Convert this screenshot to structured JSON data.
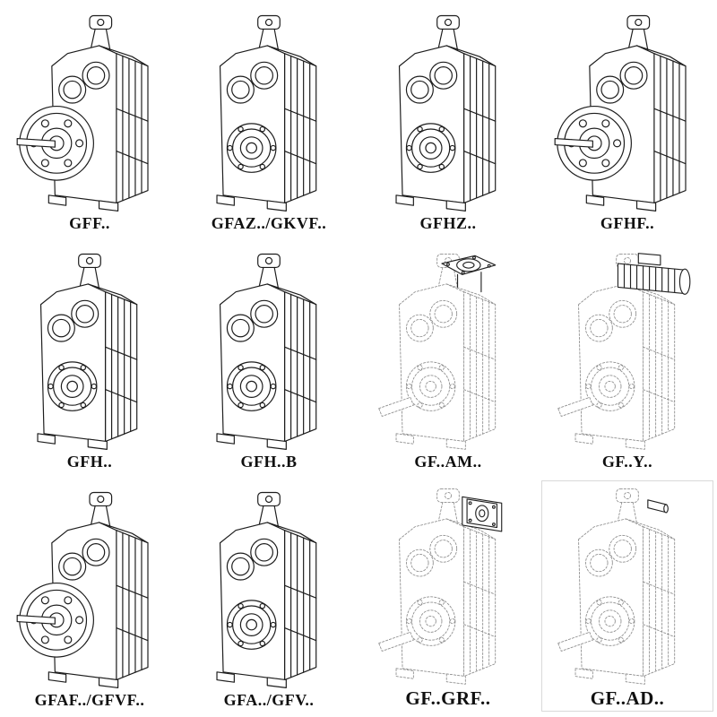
{
  "page": {
    "background": "#ffffff",
    "line_color": "#1d1d1d",
    "dashed_line_color": "#8f8f8f"
  },
  "catalog": {
    "items": [
      {
        "label": "GFF..",
        "drawing": "gearbox-flange-mounted-solid"
      },
      {
        "label": "GFAZ../GKVF..",
        "drawing": "gearbox-hollow-shaft-solid"
      },
      {
        "label": "GFHZ..",
        "drawing": "gearbox-hollow-shaft-solid"
      },
      {
        "label": "GFHF..",
        "drawing": "gearbox-flange-mounted-solid"
      },
      {
        "label": "GFH..",
        "drawing": "gearbox-foot-mounted-solid"
      },
      {
        "label": "GFH..B",
        "drawing": "gearbox-foot-mounted-solid"
      },
      {
        "label": "GF..AM..",
        "drawing": "gearbox-dashed-motor-flange-adapter"
      },
      {
        "label": "GF..Y..",
        "drawing": "gearbox-dashed-with-motor"
      },
      {
        "label": "GFAF../GFVF..",
        "drawing": "gearbox-flange-mounted-solid"
      },
      {
        "label": "GFA../GFV..",
        "drawing": "gearbox-hollow-shaft-solid"
      },
      {
        "label": "GF..GRF..",
        "drawing": "gearbox-dashed-input-flange"
      },
      {
        "label": "GF..AD..",
        "drawing": "gearbox-dashed-input-shaft"
      }
    ]
  }
}
